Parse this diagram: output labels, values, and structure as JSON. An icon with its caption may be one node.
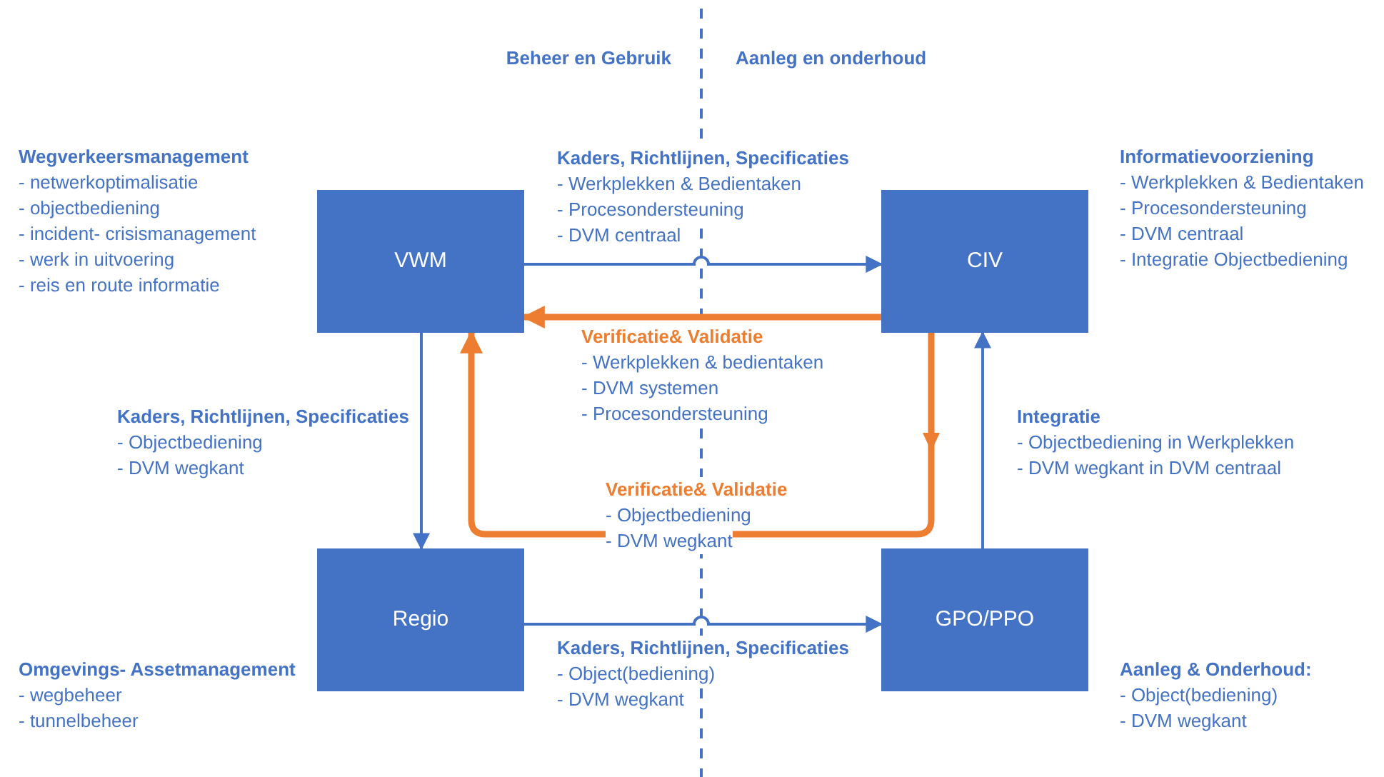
{
  "diagram": {
    "nodes": [
      {
        "text": [
          "VWM"
        ]
      },
      {
        "text": [
          "CIV"
        ]
      },
      {
        "text": [
          "Regio"
        ]
      },
      {
        "text": [
          "GPO/PPO"
        ]
      }
    ],
    "edges": [
      {
        "from": 0,
        "to": 1,
        "arrow": "to"
      },
      {
        "from": 1,
        "to": 0,
        "arrow": "to",
        "style": "thick",
        "color": "#ed7d31"
      },
      {
        "from": 0,
        "to": 2,
        "arrow": "to"
      },
      {
        "from": 1,
        "to": 0,
        "arrow": "to",
        "style": "thick",
        "color": "#ed7d31"
      },
      {
        "from": 2,
        "to": 3,
        "arrow": "to"
      },
      {
        "from": 3,
        "to": 1,
        "arrow": "to"
      }
    ],
    "labels": [
      "Beheer en Gebruik",
      "Aanleg en onderhoud",
      "Wegverkeersmanagement",
      "- netwerkoptimalisatie",
      "- objectbediening",
      "- incident- crisismanagement",
      "- werk in uitvoering",
      "- reis en route informatie",
      "Kaders, Richtlijnen, Specificaties",
      "- Werkplekken & Bedientaken",
      "- Procesondersteuning",
      "- DVM centraal",
      "Informatievoorziening",
      "- Werkplekken & Bedientaken",
      "- Procesondersteuning",
      "- DVM centraal",
      "- Integratie Objectbediening",
      "Verificatie& Validatie",
      "- Werkplekken & bedientaken",
      "- DVM systemen",
      "- Procesondersteuning",
      "Kaders, Richtlijnen, Specificaties",
      "- Objectbediening",
      "- DVM wegkant",
      "Integratie",
      "- Objectbediening in Werkplekken",
      "- DVM wegkant in DVM centraal",
      "Verificatie& Validatie",
      "- Objectbediening",
      "- DVM wegkant",
      "Kaders, Richtlijnen, Specificaties",
      "- Object(bediening)",
      "- DVM wegkant",
      "Omgevings- Assetmanagement",
      "- wegbeheer",
      "- tunnelbeheer",
      "Aanleg & Onderhoud:",
      "- Object(bediening)",
      "- DVM wegkant"
    ]
  }
}
